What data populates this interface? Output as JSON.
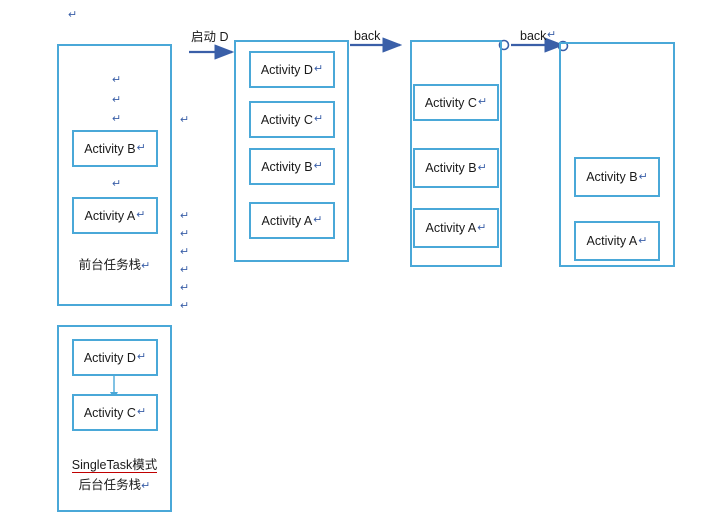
{
  "diagram": {
    "title_caption_1": "前台任务栈",
    "title_caption_2a": "SingleTask",
    "title_caption_2b": "模式",
    "title_caption_2c": "后台任务栈",
    "arrow_labels": {
      "launch_d": "启动 D",
      "back_1": "back",
      "back_2": "back"
    },
    "pilcrow": "↵",
    "colors": {
      "box_border": "#4aa8d8",
      "arrow": "#3a5fa8",
      "text": "#1a1a1a",
      "red_underline": "#c00000"
    },
    "stacks": [
      {
        "name": "foreground-stack",
        "activities": [
          "Activity B",
          "Activity A"
        ],
        "caption": "前台任务栈"
      },
      {
        "name": "background-stack",
        "activities": [
          "Activity D",
          "Activity C"
        ],
        "caption_line1": "SingleTask模式",
        "caption_line2": "后台任务栈"
      },
      {
        "name": "stack-after-launch-d",
        "activities": [
          "Activity D",
          "Activity C",
          "Activity B",
          "Activity A"
        ]
      },
      {
        "name": "stack-after-back-1",
        "activities": [
          "Activity C",
          "Activity B",
          "Activity A"
        ]
      },
      {
        "name": "stack-after-back-2",
        "activities": [
          "Activity B",
          "Activity A"
        ]
      }
    ]
  }
}
